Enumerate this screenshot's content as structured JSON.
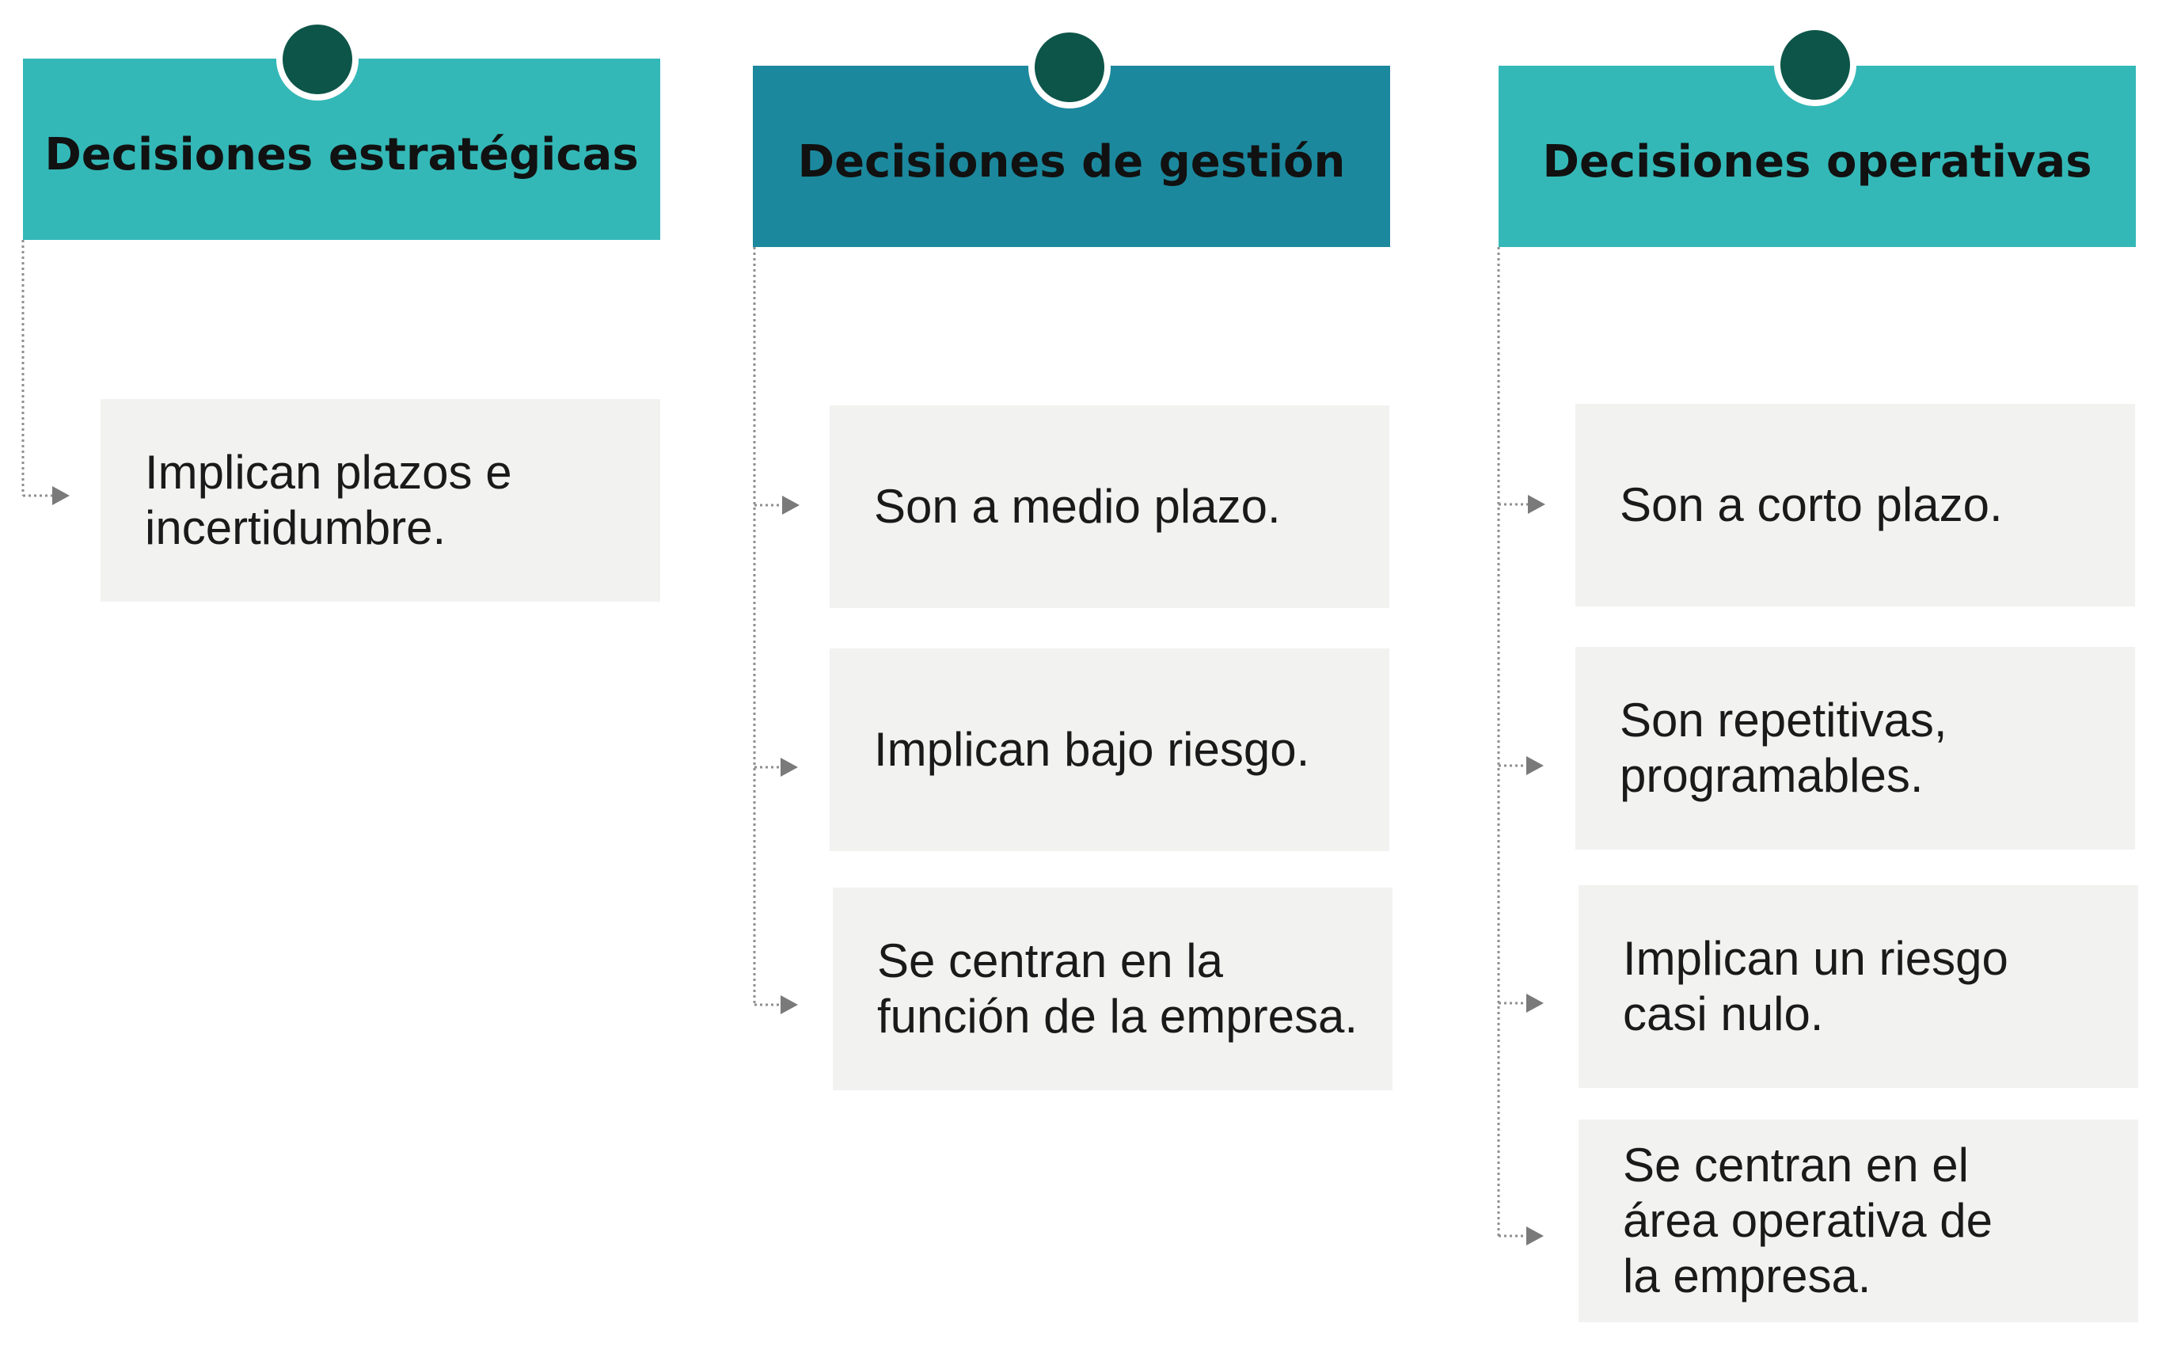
{
  "colors": {
    "header_light": "#33b8b7",
    "header_dark": "#1c889d",
    "dot": "#0d5549",
    "card_bg": "#f2f2f1",
    "connector": "#8f8f8f",
    "arrow": "#7a7a7a"
  },
  "columns": [
    {
      "title": "Decisiones estratégicas",
      "items": [
        {
          "text": "Implican plazos e\nincertidumbre."
        }
      ]
    },
    {
      "title": "Decisiones de gestión",
      "items": [
        {
          "text": "Son a medio plazo."
        },
        {
          "text": "Implican bajo riesgo."
        },
        {
          "text": "Se centran en la\nfunción de la empresa."
        }
      ]
    },
    {
      "title": "Decisiones operativas",
      "items": [
        {
          "text": "Son a corto plazo."
        },
        {
          "text": "Son repetitivas,\nprogramables."
        },
        {
          "text": "Implican un riesgo\ncasi nulo."
        },
        {
          "text": "Se centran en el\nárea operativa de\nla empresa."
        }
      ]
    }
  ]
}
